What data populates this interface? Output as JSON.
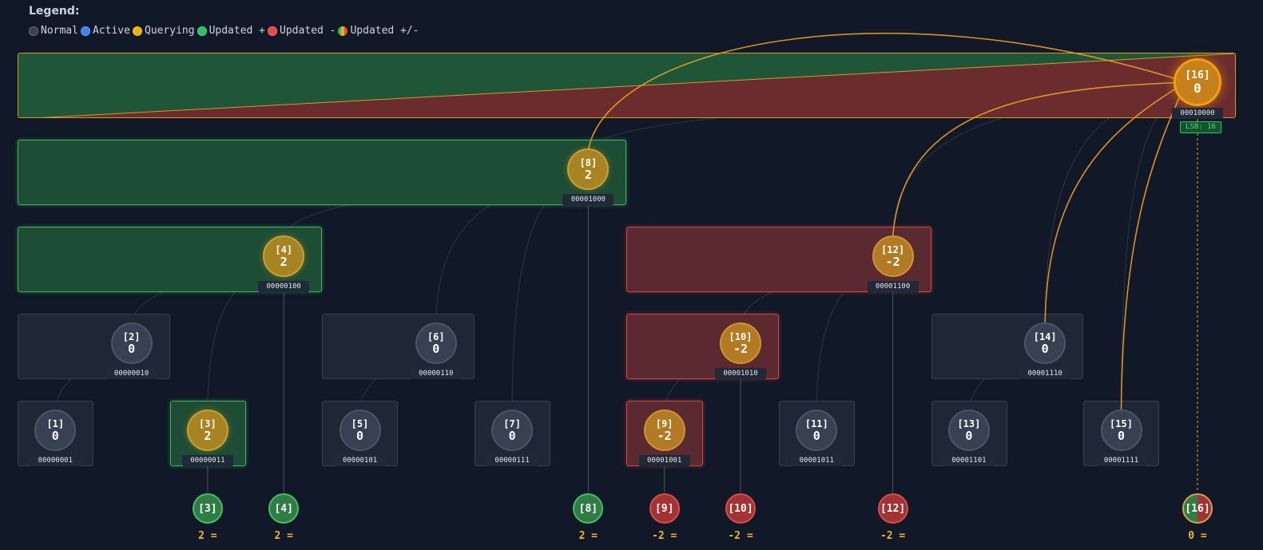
{
  "legend": {
    "title": "Legend:",
    "items": [
      {
        "label": "Normal",
        "color": "#374151"
      },
      {
        "label": "Active",
        "color": "#3b82f6"
      },
      {
        "label": "Querying",
        "color": "#eab308"
      },
      {
        "label": "Updated +",
        "color": "#22c55e"
      },
      {
        "label": "Updated -",
        "color": "#ef4444"
      },
      {
        "label": "Updated +/-",
        "color": "mixed"
      }
    ]
  },
  "colors": {
    "normal": "#374151",
    "querying": "#eab308",
    "plus": "#22c55e",
    "minus": "#ef4444",
    "link": "#f59e0b"
  },
  "nodes": [
    {
      "idx": "[1]",
      "val": "0",
      "bin": "00000001",
      "state": "normal",
      "box": "normal"
    },
    {
      "idx": "[2]",
      "val": "0",
      "bin": "00000010",
      "state": "normal",
      "box": "normal"
    },
    {
      "idx": "[3]",
      "val": "2",
      "bin": "00000011",
      "state": "querying",
      "box": "plus"
    },
    {
      "idx": "[4]",
      "val": "2",
      "bin": "00000100",
      "state": "querying",
      "box": "plus"
    },
    {
      "idx": "[5]",
      "val": "0",
      "bin": "00000101",
      "state": "normal",
      "box": "normal"
    },
    {
      "idx": "[6]",
      "val": "0",
      "bin": "00000110",
      "state": "normal",
      "box": "normal"
    },
    {
      "idx": "[7]",
      "val": "0",
      "bin": "00000111",
      "state": "normal",
      "box": "normal"
    },
    {
      "idx": "[8]",
      "val": "2",
      "bin": "00001000",
      "state": "querying",
      "box": "plus"
    },
    {
      "idx": "[9]",
      "val": "-2",
      "bin": "00001001",
      "state": "qminus",
      "box": "minus"
    },
    {
      "idx": "[10]",
      "val": "-2",
      "bin": "00001010",
      "state": "qminus",
      "box": "minus"
    },
    {
      "idx": "[11]",
      "val": "0",
      "bin": "00001011",
      "state": "normal",
      "box": "normal"
    },
    {
      "idx": "[12]",
      "val": "-2",
      "bin": "00001100",
      "state": "qminus",
      "box": "minus"
    },
    {
      "idx": "[13]",
      "val": "0",
      "bin": "00001101",
      "state": "normal",
      "box": "normal"
    },
    {
      "idx": "[14]",
      "val": "0",
      "bin": "00001110",
      "state": "normal",
      "box": "normal"
    },
    {
      "idx": "[15]",
      "val": "0",
      "bin": "00001111",
      "state": "normal",
      "box": "normal"
    },
    {
      "idx": "[16]",
      "val": "0",
      "bin": "00010000",
      "state": "big",
      "box": "mixed"
    }
  ],
  "lsb_label": "LSB: 16",
  "results": [
    {
      "label": "[3]",
      "value": "2 =",
      "sign": "plus"
    },
    {
      "label": "[4]",
      "value": "2 =",
      "sign": "plus"
    },
    {
      "label": "[8]",
      "value": "2 =",
      "sign": "plus"
    },
    {
      "label": "[9]",
      "value": "-2 =",
      "sign": "minus"
    },
    {
      "label": "[10]",
      "value": "-2 =",
      "sign": "minus"
    },
    {
      "label": "[12]",
      "value": "-2 =",
      "sign": "minus"
    },
    {
      "label": "[16]",
      "value": "0 =",
      "sign": "mixed"
    }
  ]
}
